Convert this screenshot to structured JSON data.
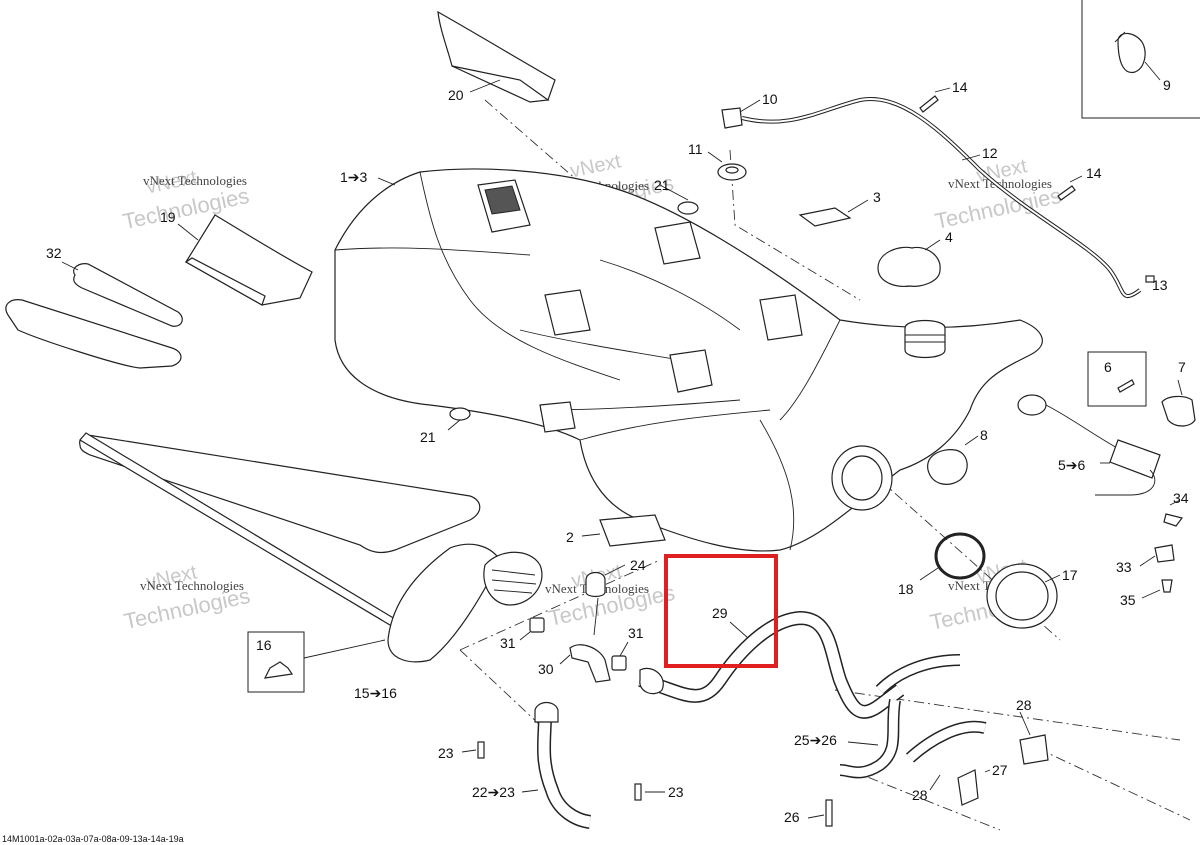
{
  "figure_id": "14M1001a-02a-03a-07a-08a-09-13a-14a-19a",
  "watermark": {
    "line1": "vNext",
    "line2": "Technologies",
    "small": "vNext Technologies"
  },
  "highlight": {
    "color": "#e02020",
    "label": "29"
  },
  "callouts": {
    "c_1_3": "1➔3",
    "c_2": "2",
    "c_3": "3",
    "c_4": "4",
    "c_5_6": "5➔6",
    "c_6": "6",
    "c_7": "7",
    "c_8": "8",
    "c_9": "9",
    "c_10": "10",
    "c_11": "11",
    "c_12": "12",
    "c_13": "13",
    "c_14a": "14",
    "c_14b": "14",
    "c_15_16": "15➔16",
    "c_16": "16",
    "c_17": "17",
    "c_18": "18",
    "c_19": "19",
    "c_20": "20",
    "c_21a": "21",
    "c_21b": "21",
    "c_22_23": "22➔23",
    "c_23a": "23",
    "c_23b": "23",
    "c_24": "24",
    "c_25_26": "25➔26",
    "c_26": "26",
    "c_27": "27",
    "c_28a": "28",
    "c_28b": "28",
    "c_30": "30",
    "c_31a": "31",
    "c_31b": "31",
    "c_32": "32",
    "c_33": "33",
    "c_34": "34",
    "c_35": "35"
  }
}
